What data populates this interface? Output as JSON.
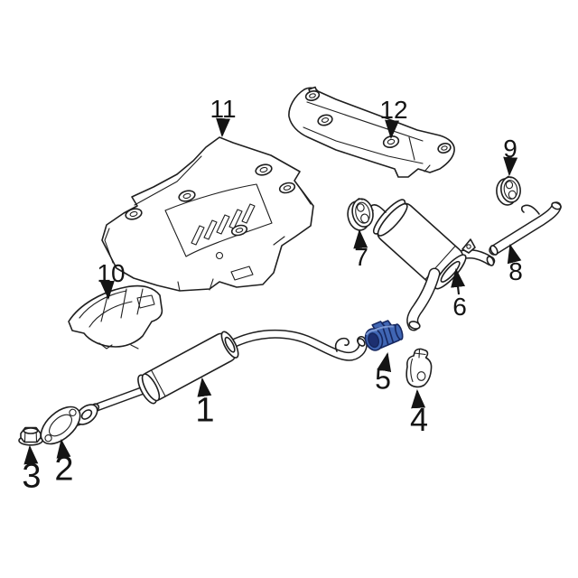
{
  "diagram": {
    "type": "exploded-parts-diagram",
    "subject": "vehicle-exhaust-system",
    "background_color": "#ffffff",
    "line_color": "#1f1f1f",
    "label_color": "#141414"
  },
  "colors": {
    "clamp_fill": "#4066b4",
    "clamp_outline": "#16275f",
    "clamp_bore": "#1d2f70",
    "clamp_highlight": "#7b98d4"
  },
  "highlighted_callout": "5",
  "callouts": [
    {
      "label": "1",
      "part": "center-muffler-and-pipe"
    },
    {
      "label": "2",
      "part": "flange-gasket"
    },
    {
      "label": "3",
      "part": "flange-nut"
    },
    {
      "label": "4",
      "part": "hanger-insulator"
    },
    {
      "label": "5",
      "part": "exhaust-clamp-highlighted"
    },
    {
      "label": "6",
      "part": "rear-muffler"
    },
    {
      "label": "7",
      "part": "hanger-insulator"
    },
    {
      "label": "8",
      "part": "tailpipe"
    },
    {
      "label": "9",
      "part": "hanger-insulator"
    },
    {
      "label": "10",
      "part": "front-heat-shield"
    },
    {
      "label": "11",
      "part": "main-heat-shield"
    },
    {
      "label": "12",
      "part": "upper-heat-shield"
    }
  ]
}
